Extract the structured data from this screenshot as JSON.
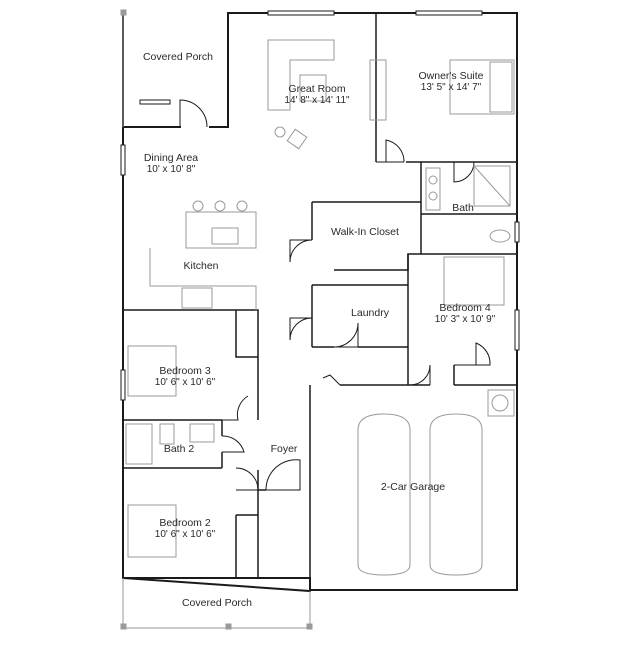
{
  "plan": {
    "rooms": {
      "covered_porch_top": {
        "name": "Covered Porch"
      },
      "great_room": {
        "name": "Great Room",
        "dims": "14' 8\" x 14' 11\""
      },
      "owners_suite": {
        "name": "Owner's Suite",
        "dims": "13' 5\" x 14' 7\""
      },
      "dining_area": {
        "name": "Dining Area",
        "dims": "10' x 10' 8\""
      },
      "bath": {
        "name": "Bath"
      },
      "walk_in_closet": {
        "name": "Walk-In Closet"
      },
      "kitchen": {
        "name": "Kitchen"
      },
      "laundry": {
        "name": "Laundry"
      },
      "bedroom_4": {
        "name": "Bedroom 4",
        "dims": "10' 3\" x 10' 9\""
      },
      "bedroom_3": {
        "name": "Bedroom 3",
        "dims": "10' 6\" x 10' 6\""
      },
      "bath_2": {
        "name": "Bath 2"
      },
      "foyer": {
        "name": "Foyer"
      },
      "garage": {
        "name": "2-Car Garage"
      },
      "bedroom_2": {
        "name": "Bedroom 2",
        "dims": "10' 6\" x 10' 6\""
      },
      "covered_porch_bottom": {
        "name": "Covered Porch"
      }
    },
    "wall_color": "#1a1a1a",
    "fixture_color": "#9a9a9a"
  }
}
